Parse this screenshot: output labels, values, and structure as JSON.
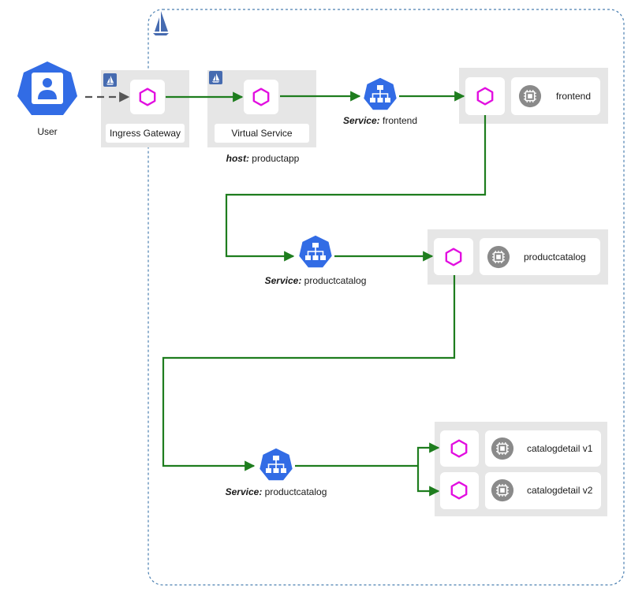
{
  "user": {
    "label": "User"
  },
  "ingress_gateway": {
    "label": "Ingress Gateway"
  },
  "virtual_service": {
    "label": "Virtual Service",
    "host_key": "host:",
    "host_value": " productapp"
  },
  "service_frontend": {
    "key": "Service:",
    "value": " frontend"
  },
  "service_productcatalog_1": {
    "key": "Service:",
    "value": " productcatalog"
  },
  "service_productcatalog_2": {
    "key": "Service:",
    "value": " productcatalog"
  },
  "pods": {
    "frontend": {
      "label": "frontend"
    },
    "productcatalog": {
      "label": "productcatalog"
    },
    "catalogdetail_v1": {
      "label": "catalogdetail v1"
    },
    "catalogdetail_v2": {
      "label": "catalogdetail v2"
    }
  },
  "colors": {
    "kube_blue": "#326ce5",
    "envoy_magenta": "#e20ee0",
    "flow_green": "#1e7d1e",
    "mesh_border": "#4a7fb0",
    "panel_grey": "#e6e6e6",
    "chip_grey": "#8a8a8a"
  },
  "icons": {
    "user": "user-icon",
    "proxy": "envoy-proxy-icon",
    "service": "kubernetes-service-icon",
    "container": "container-chip-icon",
    "istio": "istio-sail-icon"
  }
}
